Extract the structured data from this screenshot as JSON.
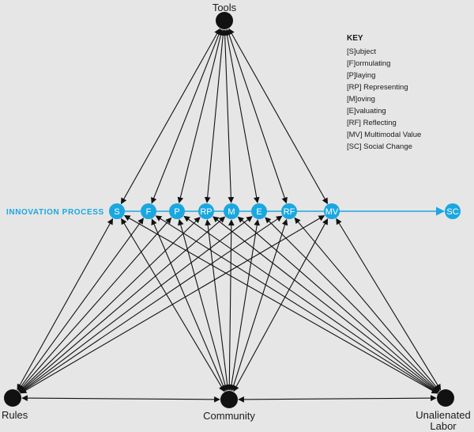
{
  "vertices": {
    "tools": "Tools",
    "rules": "Rules",
    "community": "Community",
    "labor_line1": "Unalienated",
    "labor_line2": "Labor"
  },
  "process_label": "INNOVATION PROCESS",
  "process_nodes": [
    "S",
    "F",
    "P",
    "RP",
    "M",
    "E",
    "RF",
    "MV"
  ],
  "end_node": "SC",
  "key": {
    "title": "KEY",
    "items": [
      "[S]ubject",
      "[F]ormulating",
      "[P]laying",
      "[RP] Representing",
      "[M]oving",
      "[E]valuating",
      "[RF] Reflecting",
      "[MV] Multimodal Value",
      "[SC] Social Change"
    ]
  },
  "colors": {
    "accent": "#1aa7e0",
    "ink": "#111111",
    "background": "#e6e6e6"
  }
}
